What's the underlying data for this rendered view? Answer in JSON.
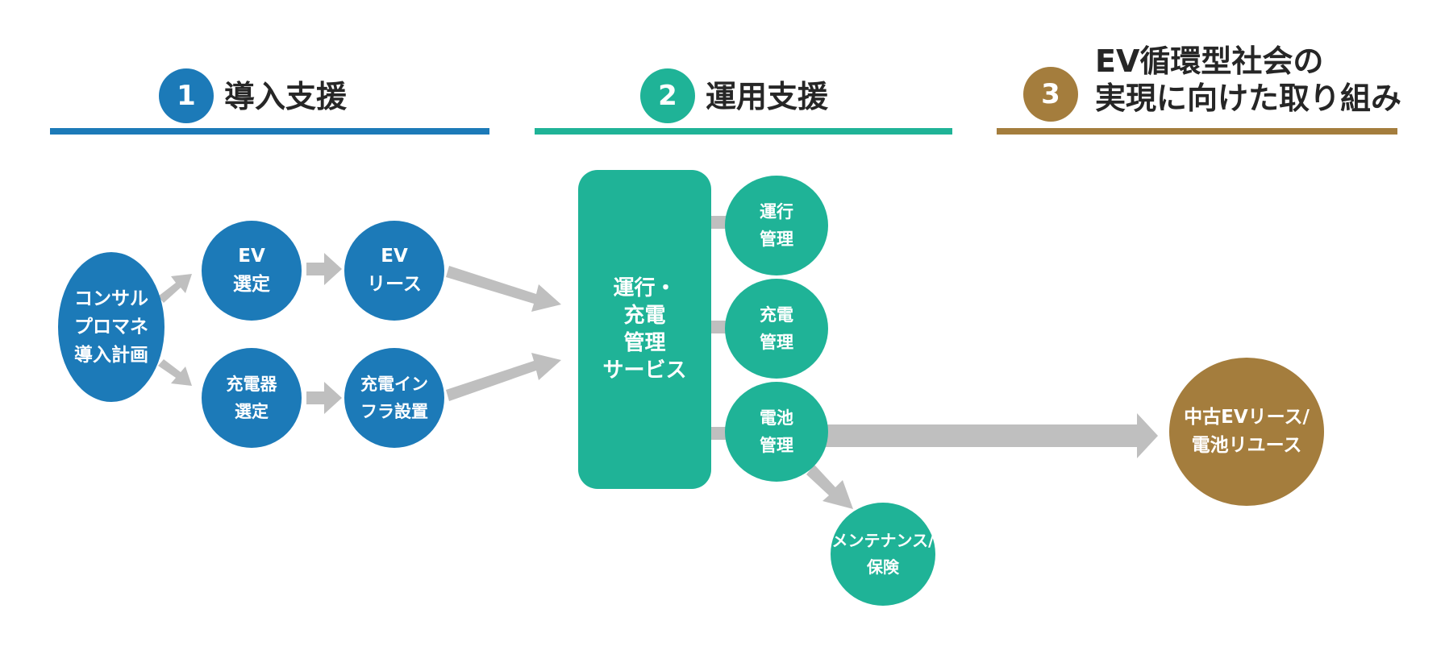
{
  "colors": {
    "blue": "#1c7ab8",
    "teal": "#1fb397",
    "gold": "#a47d3d",
    "arrow": "#bfbfbf"
  },
  "sections": [
    {
      "number": "1",
      "title_lines": [
        "導入支援"
      ]
    },
    {
      "number": "2",
      "title_lines": [
        "運用支援"
      ]
    },
    {
      "number": "3",
      "title_lines": [
        "EV循環型社会の",
        "実現に向けた取り組み"
      ]
    }
  ],
  "nodes": {
    "consulting": [
      "コンサル",
      "プロマネ",
      "導入計画"
    ],
    "ev_select": [
      "EV",
      "選定"
    ],
    "ev_lease": [
      "EV",
      "リース"
    ],
    "charger_select": [
      "充電器",
      "選定"
    ],
    "charger_infra": [
      "充電イン",
      "フラ設置"
    ],
    "service": [
      "運行・",
      "充電",
      "管理",
      "サービス"
    ],
    "operation_mgmt": [
      "運行",
      "管理"
    ],
    "charge_mgmt": [
      "充電",
      "管理"
    ],
    "battery_mgmt": [
      "電池",
      "管理"
    ],
    "maintenance": [
      "メンテナンス/",
      "保険"
    ],
    "reuse": [
      "中古EVリース/",
      "電池リユース"
    ]
  }
}
